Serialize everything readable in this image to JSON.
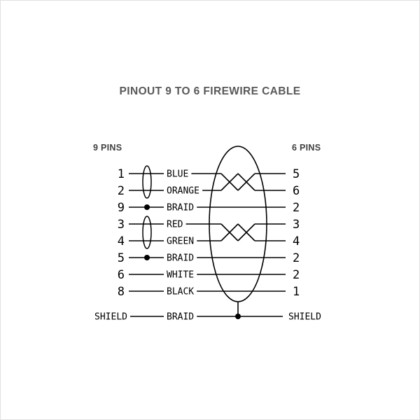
{
  "title": "PINOUT 9 TO 6 FIREWIRE CABLE",
  "left_header": "9 PINS",
  "right_header": "6 PINS",
  "rows": [
    {
      "left_pin": "1",
      "wire": "BLUE",
      "right_pin": "5",
      "twisted_pair": 1
    },
    {
      "left_pin": "2",
      "wire": "ORANGE",
      "right_pin": "6",
      "twisted_pair": 1
    },
    {
      "left_pin": "9",
      "wire": "BRAID",
      "right_pin": "2",
      "braid_dot": true
    },
    {
      "left_pin": "3",
      "wire": "RED",
      "right_pin": "3",
      "twisted_pair": 2
    },
    {
      "left_pin": "4",
      "wire": "GREEN",
      "right_pin": "4",
      "twisted_pair": 2
    },
    {
      "left_pin": "5",
      "wire": "BRAID",
      "right_pin": "2",
      "braid_dot": true
    },
    {
      "left_pin": "6",
      "wire": "WHITE",
      "right_pin": "2"
    },
    {
      "left_pin": "8",
      "wire": "BLACK",
      "right_pin": "1"
    }
  ],
  "bottom_row": {
    "left_label": "SHIELD",
    "wire": "BRAID",
    "right_label": "SHIELD"
  },
  "colors": {
    "line": "#000000",
    "diagram_text": "#000000",
    "title_text": "#595959",
    "header_text": "#404040",
    "background": "#ffffff"
  }
}
